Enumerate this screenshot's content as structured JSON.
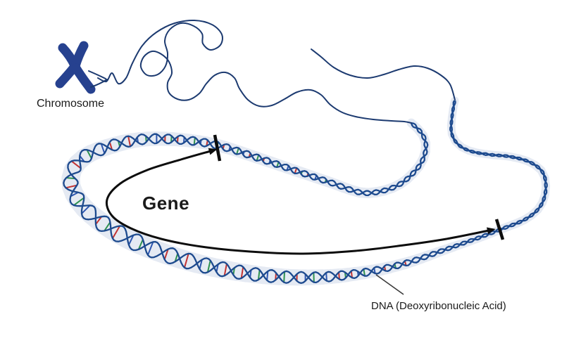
{
  "diagram": {
    "labels": {
      "chromosome": "Chromosome",
      "gene": "Gene",
      "dna": "DNA (Deoxyribonucleic Acid)"
    },
    "colors": {
      "chromosome": "#26418f",
      "fiber_line": "#1c3a70",
      "dna_band": "#e5eaf3",
      "helix_strand": "#1d4a8e",
      "rung_green": "#2e9150",
      "rung_blue": "#2d56b0",
      "rung_red": "#c23232",
      "gene_arrow": "#0d0d0d",
      "text": "#1a1a1a",
      "background": "#ffffff"
    }
  }
}
